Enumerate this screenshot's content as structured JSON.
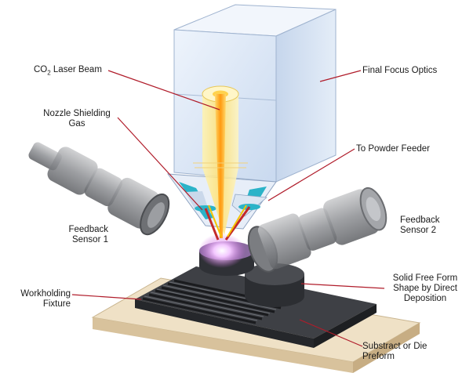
{
  "labels": {
    "co2_beam_prefix": "CO",
    "co2_beam_sub": "2",
    "co2_beam_suffix": " Laser Beam",
    "final_focus_optics": "Final Focus Optics",
    "nozzle_gas_line1": "Nozzle Shielding",
    "nozzle_gas_line2": "Gas",
    "powder_feeder": "To Powder Feeder",
    "feedback1_line1": "Feedback",
    "feedback1_line2": "Sensor 1",
    "feedback2_line1": "Feedback",
    "feedback2_line2": "Sensor 2",
    "workholding_line1": "Workholding",
    "workholding_line2": "Fixture",
    "solid_form_line1": "Solid Free Form",
    "solid_form_line2": "Shape by Direct",
    "solid_form_line3": "Deposition",
    "substrate_line1": "Substract or Die",
    "substrate_line2": "Preform"
  },
  "colors": {
    "leader": "#b01c2a",
    "optics_box": "#dbe7f7",
    "laser": "#ffb020",
    "nozzle_cyan": "#2bb3c8",
    "base": "#e8d8bc",
    "plate": "#3b3d42"
  }
}
